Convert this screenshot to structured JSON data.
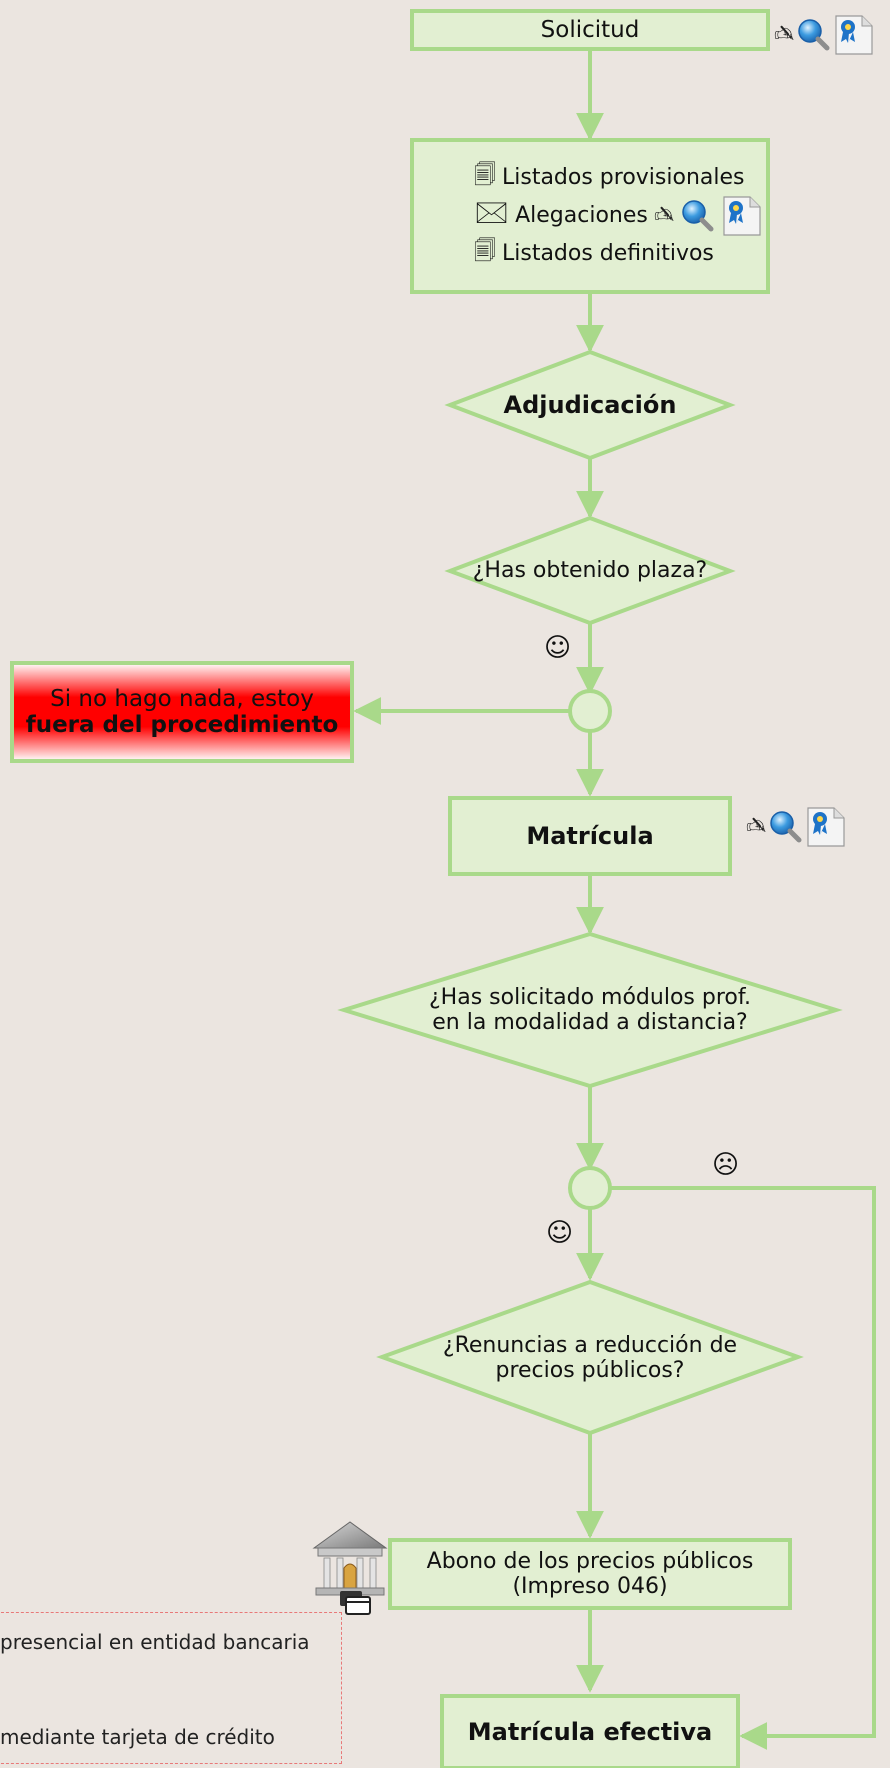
{
  "nodes": {
    "solicitud": "Solicitud",
    "listados_provisionales": "Listados provisionales",
    "alegaciones": "Alegaciones",
    "listados_definitivos": "Listados definitivos",
    "adjudicacion": "Adjudicación",
    "has_obtenido": "¿Has obtenido plaza?",
    "fuera_line1": "Si no hago nada, estoy",
    "fuera_line2": "fuera del procedimiento",
    "matricula": "Matrícula",
    "modalidad_line1": "¿Has solicitado módulos prof.",
    "modalidad_line2": "en la modalidad a distancia?",
    "renuncias_line1": "¿Renuncias a reducción de",
    "renuncias_line2": "precios públicos?",
    "abono_line1": "Abono de los precios públicos",
    "abono_line2": "(Impreso 046)",
    "matricula_efectiva": "Matrícula efectiva"
  },
  "legend": {
    "presencial": "presencial en entidad bancaria",
    "tarjeta": "mediante tarjeta de crédito"
  },
  "icons": {
    "edit": "pencil-icon",
    "search": "magnifier-icon",
    "certificate": "certificate-icon",
    "documents": "documents-icon",
    "mailbox": "mailbox-icon",
    "bank": "bank-icon",
    "card": "credit-card-icon",
    "happy": "happy-face-icon",
    "sad": "sad-face-icon"
  },
  "symbols": {
    "happy": "☺",
    "sad": "☹",
    "documents": "🗐",
    "mailbox": "🖂",
    "pen": "✍"
  },
  "colors": {
    "box_fill": "#e2efd2",
    "box_stroke": "#a9d98a",
    "arrow": "#a9d98a",
    "alert_red": "#ff0000",
    "background": "#ebe5e0"
  }
}
